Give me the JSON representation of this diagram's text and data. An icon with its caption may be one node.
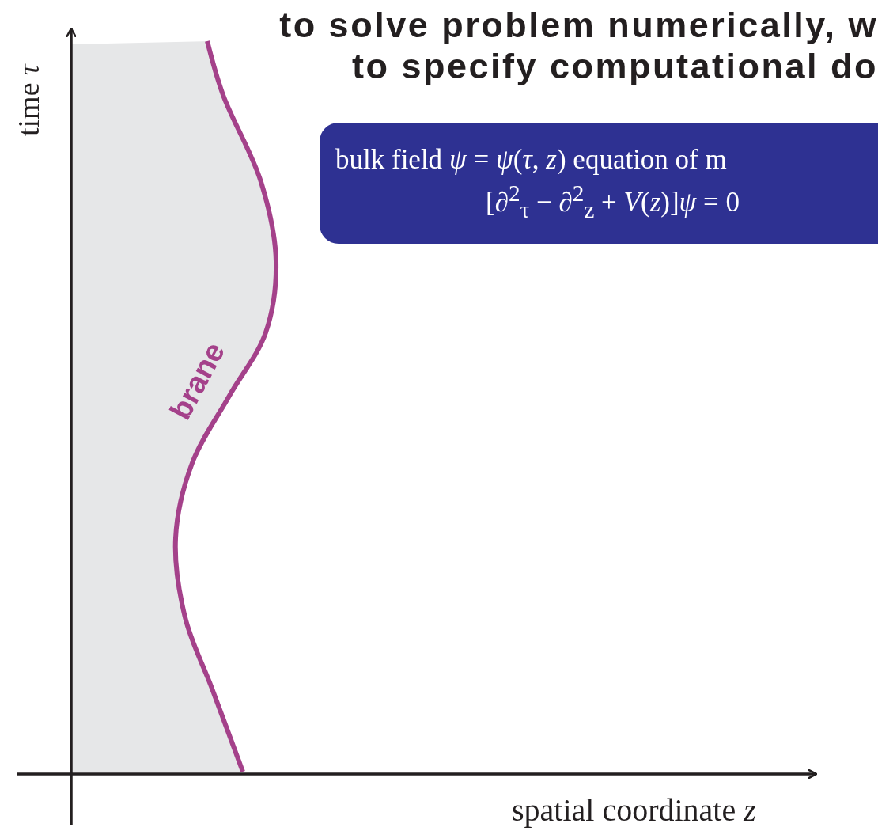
{
  "diagram": {
    "title": "to solve problem numerically, w to specify computational do",
    "nodes": [
      {
        "text": [
          "bulk field *ψ* = *ψ*(*τ*, *z*) equation of m",
          "[∂$^{2}$$_{τ}$ − ∂$^{2}$$_{z}$ + *V*(*z*)]*ψ* = 0"
        ]
      }
    ],
    "labels": [
      "time *τ*",
      "brane",
      "spatial coordinate *z*"
    ]
  }
}
